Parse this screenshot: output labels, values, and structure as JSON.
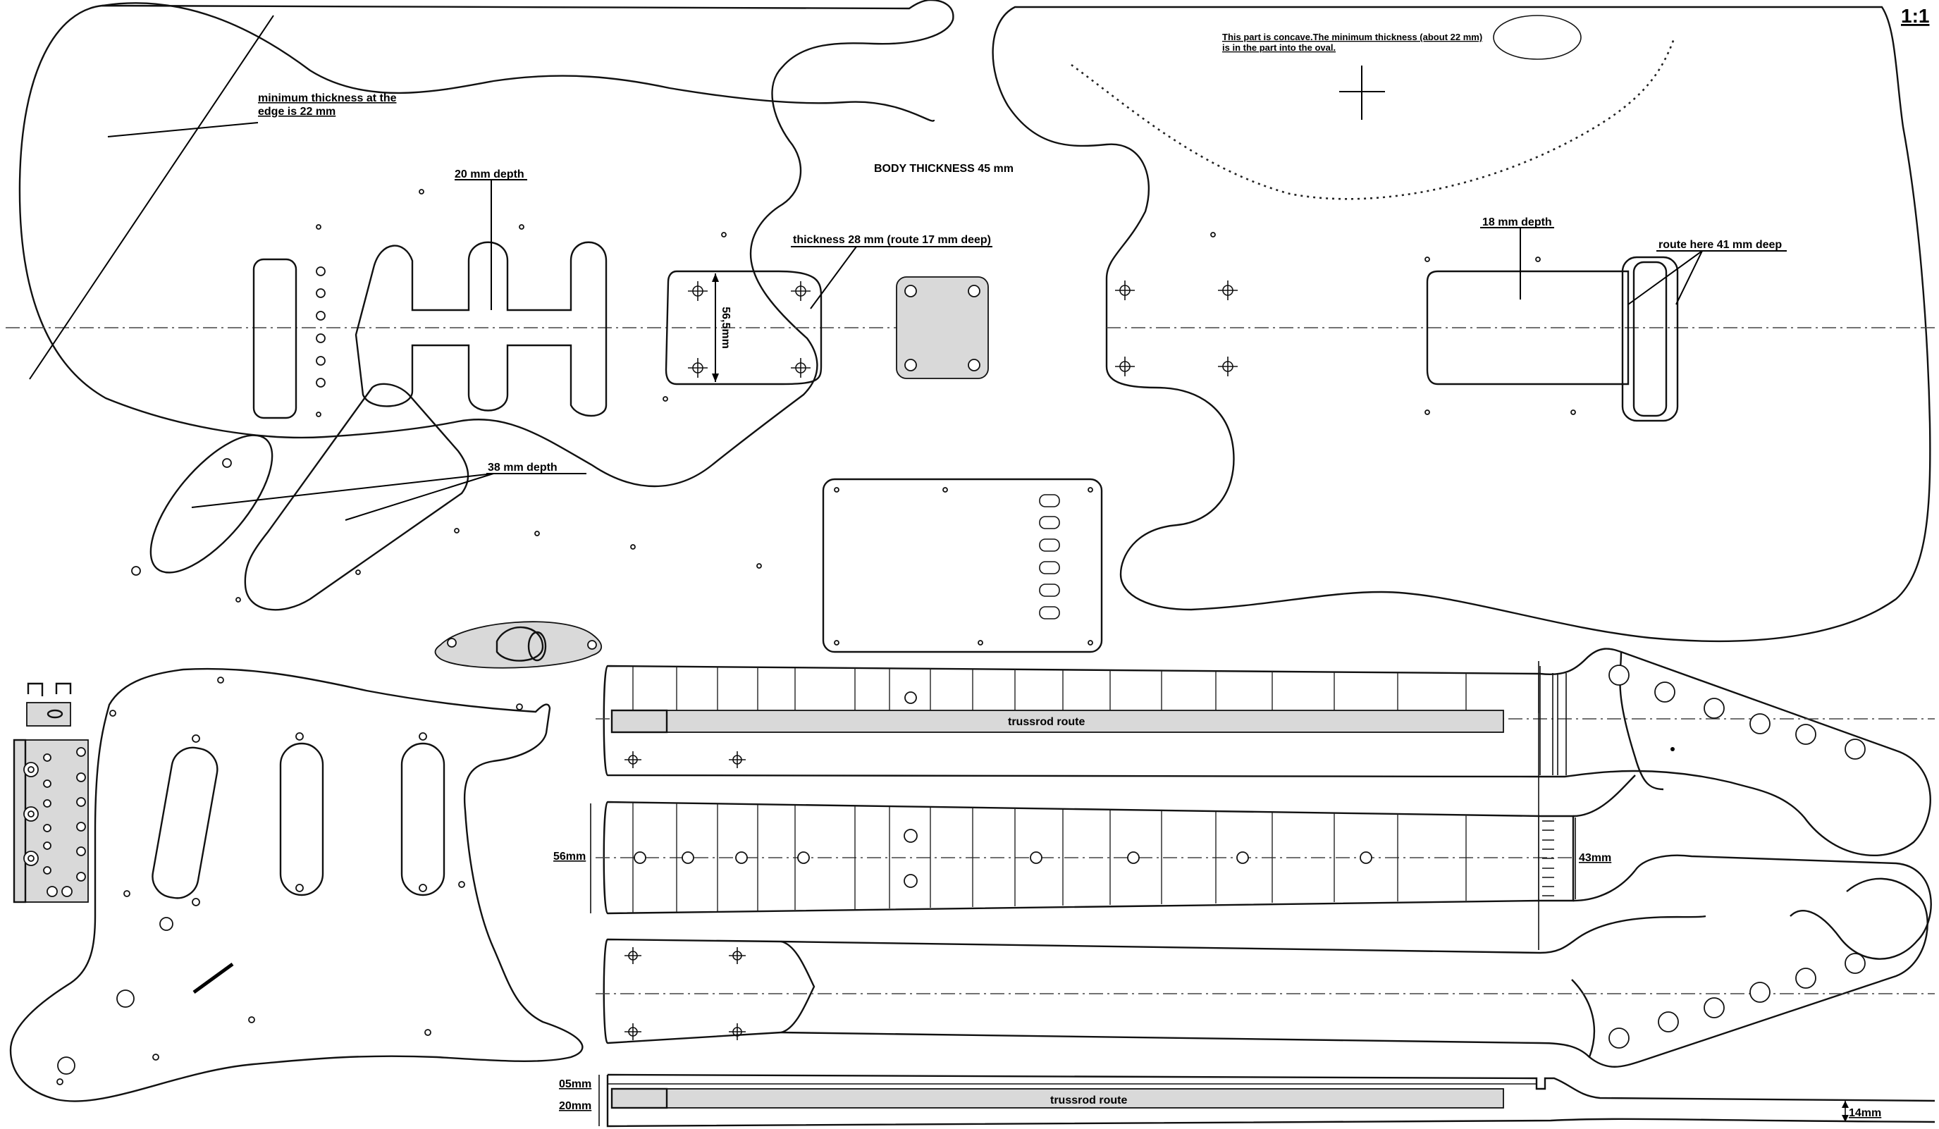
{
  "scale": "1:1",
  "labels": {
    "min_thickness_edge": [
      "minimum thickness at the",
      "edge is 22 mm"
    ],
    "depth_20": "20 mm depth",
    "depth_38": "38 mm depth",
    "body_thickness": "BODY THICKNESS 45 mm",
    "thickness_28": "thickness 28 mm (route 17 mm deep)",
    "dim_56_5": "56,5mm",
    "concave_note": [
      "This part is concave.The minimum thickness (about 22 mm)",
      "is in the part into the oval."
    ],
    "depth_18": "18 mm depth",
    "route_41": "route here 41 mm deep",
    "trussrod_route": "trussrod route",
    "dim_56": "56mm",
    "dim_43": "43mm",
    "dim_05": "05mm",
    "dim_20": "20mm",
    "dim_14": "14mm"
  }
}
